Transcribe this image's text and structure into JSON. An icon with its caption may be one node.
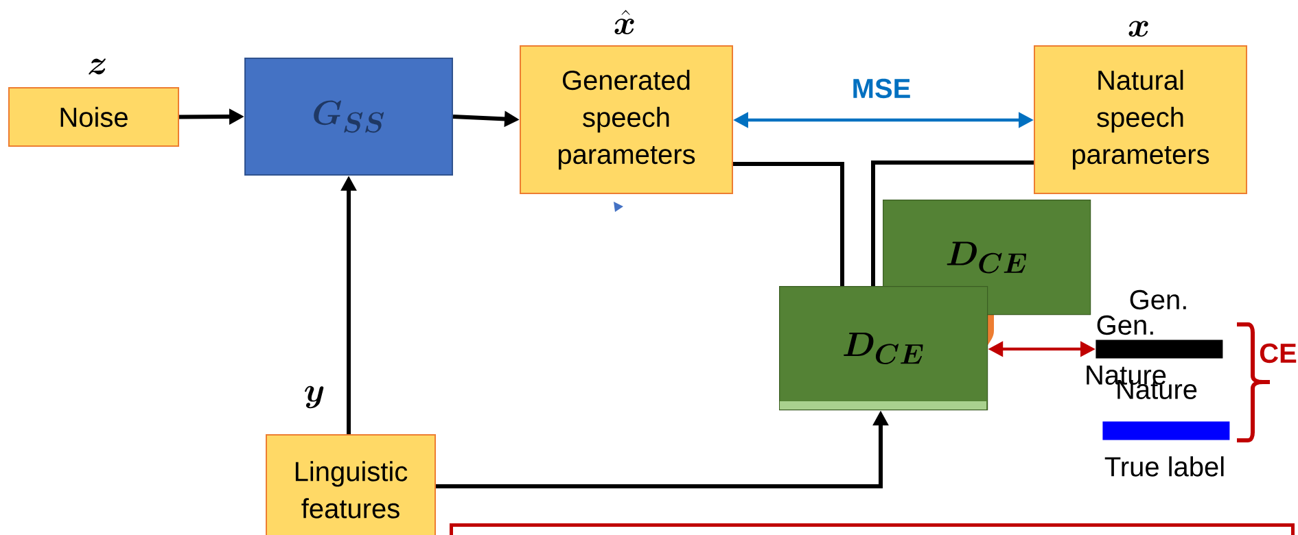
{
  "diagram": {
    "nodes": [
      {
        "text": [
          "Noise"
        ],
        "beside": [
          "\\boldsymbol{z}"
        ]
      },
      {
        "text": [
          "\\boldsymbol{G_{SS}}"
        ]
      },
      {
        "text": [
          "Generated speech parameters"
        ],
        "beside": [
          "\\hat{\\boldsymbol{x}}"
        ]
      },
      {
        "text": [
          "Natural speech parameters"
        ],
        "beside": [
          "\\boldsymbol{x}"
        ]
      },
      {
        "text": [
          "\\boldsymbol{D_{CE}}"
        ]
      },
      {
        "text": [
          "\\boldsymbol{D_{CE}}"
        ]
      },
      {
        "text": [],
        "shape": "bar"
      },
      {
        "text": [],
        "shape": "bar"
      },
      {
        "text": [
          "Linguistic features"
        ],
        "beside": [
          "\\boldsymbol{y}"
        ]
      },
      {
        "text": [],
        "shape": "box"
      }
    ],
    "edges": [
      {
        "from": 0,
        "to": 1,
        "arrow": "to"
      },
      {
        "from": 1,
        "to": 2,
        "arrow": "to"
      },
      {
        "from": 8,
        "to": 1,
        "arrow": "to"
      },
      {
        "from": 2,
        "to": 3,
        "arrow": "both",
        "label": "MSE",
        "color": "#0070c0"
      },
      {
        "from": 2,
        "to": 5,
        "arrow": "none"
      },
      {
        "from": 3,
        "to": 5,
        "arrow": "none"
      },
      {
        "from": 8,
        "to": 5,
        "arrow": "to"
      },
      {
        "from": 5,
        "to": 6,
        "arrow": "both",
        "color": "#c00000"
      }
    ],
    "labels": [
      "Gen.",
      "Gen.",
      "CE",
      "Nature",
      "Nature",
      "True label"
    ]
  }
}
